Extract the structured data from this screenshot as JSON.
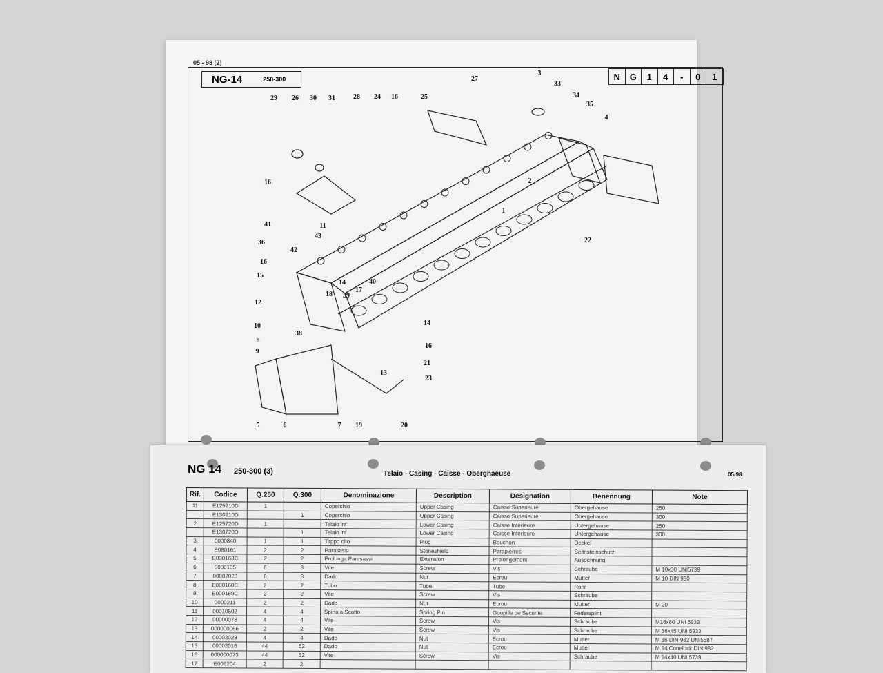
{
  "top_page": {
    "header_small": "05 - 98   (2)",
    "model": "NG-14",
    "range": "250-300",
    "code_cells": [
      "N",
      "G",
      "1",
      "4",
      "-",
      "0",
      "1"
    ],
    "callouts": [
      "29",
      "26",
      "30",
      "31",
      "28",
      "24",
      "16",
      "27",
      "25",
      "3",
      "33",
      "34",
      "35",
      "4",
      "16",
      "2",
      "1",
      "41",
      "11",
      "43",
      "36",
      "42",
      "16",
      "22",
      "15",
      "14",
      "40",
      "17",
      "18",
      "39",
      "12",
      "10",
      "38",
      "14",
      "8",
      "9",
      "16",
      "21",
      "13",
      "23",
      "5",
      "6",
      "7",
      "19",
      "20"
    ]
  },
  "bottom_page": {
    "model": "NG 14",
    "range": "250-300  (3)",
    "title": "Telaio - Casing - Caisse - Oberghaeuse",
    "date": "05-98",
    "columns": [
      "Rif.",
      "Codice",
      "Q.250",
      "Q.300",
      "Denominazione",
      "Description",
      "Designation",
      "Benennung",
      "Note"
    ],
    "rows": [
      [
        "11",
        "E125210D",
        "1",
        "",
        "Coperchio",
        "Upper Casing",
        "Caisse Superieure",
        "Obergehause",
        "250"
      ],
      [
        "",
        "E130210D",
        "",
        "1",
        "Coperchio",
        "Upper Casing",
        "Caisse Superieure",
        "Obergehause",
        "300"
      ],
      [
        "2",
        "E125720D",
        "1",
        "",
        "Telaio inf",
        "Lower Casing",
        "Caisse Inferieure",
        "Untergehause",
        "250"
      ],
      [
        "",
        "E130720D",
        "",
        "1",
        "Telaio inf",
        "Lower Casing",
        "Caisse Inferieure",
        "Untergehause",
        "300"
      ],
      [
        "3",
        "0000840",
        "1",
        "1",
        "Tappo olio",
        "Plug",
        "Bouchon",
        "Deckel",
        ""
      ],
      [
        "4",
        "E080161",
        "2",
        "2",
        "Parasassi",
        "Stoneshield",
        "Parapierres",
        "Seitnsteinschutz",
        ""
      ],
      [
        "5",
        "E030163C",
        "2",
        "2",
        "Prolunga Parasassi",
        "Extension",
        "Prolongement",
        "Ausdehnung",
        ""
      ],
      [
        "6",
        "0000105",
        "8",
        "8",
        "Vite",
        "Screw",
        "Vis",
        "Schraube",
        "M 10x30 UNI5739"
      ],
      [
        "7",
        "00002026",
        "8",
        "8",
        "Dado",
        "Nut",
        "Ecrou",
        "Mutter",
        "M 10 DIN 980"
      ],
      [
        "8",
        "E000160C",
        "2",
        "2",
        "Tubo",
        "Tube",
        "Tube",
        "Rohr",
        ""
      ],
      [
        "9",
        "E000159C",
        "2",
        "2",
        "Vite",
        "Screw",
        "Vis",
        "Schraube",
        ""
      ],
      [
        "10",
        "0000211",
        "2",
        "2",
        "Dado",
        "Nut",
        "Ecrou",
        "Mutter",
        "M 20"
      ],
      [
        "11",
        "00010502",
        "4",
        "4",
        "Spina a Scatto",
        "Spring Pin",
        "Goupille de Securite",
        "Federsplint",
        ""
      ],
      [
        "12",
        "00000078",
        "4",
        "4",
        "Vite",
        "Screw",
        "Vis",
        "Schraube",
        "M16x80 UNI 5933"
      ],
      [
        "13",
        "000000066",
        "2",
        "2",
        "Vite",
        "Screw",
        "Vis",
        "Schraube",
        "M 16x45 UNI 5933"
      ],
      [
        "14",
        "00002028",
        "4",
        "4",
        "Dado",
        "Nut",
        "Ecrou",
        "Mutter",
        "M 16 DIN 982 UNI5587"
      ],
      [
        "15",
        "00002016",
        "44",
        "52",
        "Dado",
        "Nut",
        "Ecrou",
        "Mutter",
        "M 14 Conelock DIN 982"
      ],
      [
        "16",
        "000000073",
        "44",
        "52",
        "Vite",
        "Screw",
        "Vis",
        "Schraube",
        "M 14x40 UNI 5739"
      ],
      [
        "17",
        "E006204",
        "2",
        "2",
        "",
        "",
        "",
        "",
        ""
      ]
    ]
  }
}
